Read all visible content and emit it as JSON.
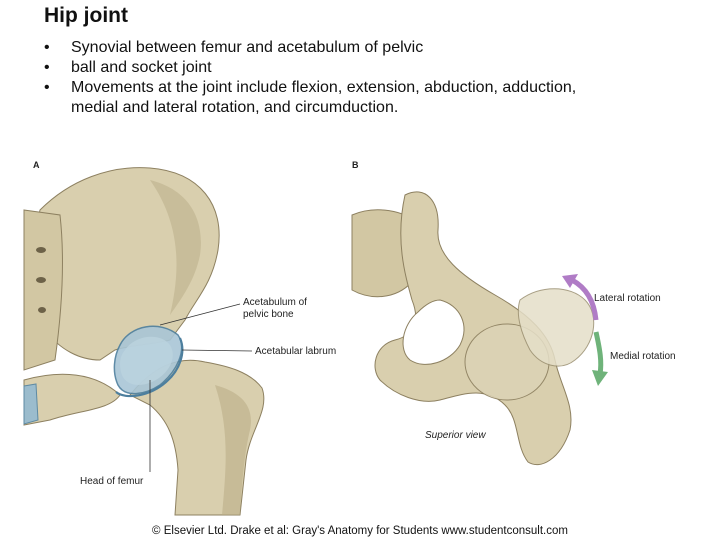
{
  "slide": {
    "title": "Hip joint",
    "bullets": [
      "Synovial between femur and acetabulum of pelvic",
      "ball and socket joint",
      "Movements at the joint include flexion, extension, abduction, adduction,",
      "medial and lateral rotation, and circumduction."
    ],
    "bullet_glyph": "•"
  },
  "figure": {
    "panel_a": {
      "label": "A",
      "callouts": {
        "acetabulum_line1": "Acetabulum of",
        "acetabulum_line2": "pelvic bone",
        "labrum": "Acetabular labrum",
        "head": "Head of femur"
      }
    },
    "panel_b": {
      "label": "B",
      "lateral_rotation": "Lateral rotation",
      "medial_rotation": "Medial rotation",
      "view": "Superior view"
    },
    "colors": {
      "bone": "#d9cfae",
      "bone_shadow": "#b8ab85",
      "cartilage": "#a9c6d6",
      "lateral_arrow": "#b07cc6",
      "medial_arrow": "#6fb37a"
    },
    "copyright": "© Elsevier Ltd. Drake et al: Gray's Anatomy for Students www.studentconsult.com"
  }
}
